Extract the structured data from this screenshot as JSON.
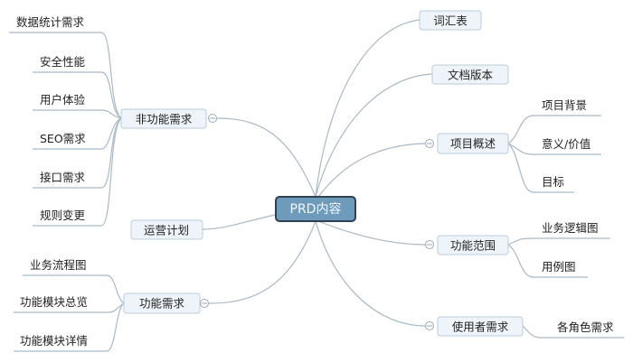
{
  "central": "PRD内容",
  "left": {
    "nonfunctional": {
      "label": "非功能需求",
      "children": [
        "数据统计需求",
        "安全性能",
        "用户体验",
        "SEO需求",
        "接口需求",
        "规则变更"
      ]
    },
    "operations": {
      "label": "运营计划"
    },
    "functional": {
      "label": "功能需求",
      "children": [
        "业务流程图",
        "功能模块总览",
        "功能模块详情"
      ]
    }
  },
  "right": {
    "glossary": {
      "label": "词汇表"
    },
    "version": {
      "label": "文档版本"
    },
    "overview": {
      "label": "项目概述",
      "children": [
        "项目背景",
        "意义/价值",
        "目标"
      ]
    },
    "scope": {
      "label": "功能范围",
      "children": [
        "业务逻辑图",
        "用例图"
      ]
    },
    "users": {
      "label": "使用者需求",
      "children": [
        "各角色需求"
      ]
    }
  },
  "colors": {
    "central_fill": "#6f9bbb",
    "central_border": "#2f4254",
    "node_fill": "#eef4f9",
    "line": "#a9b9c5"
  }
}
